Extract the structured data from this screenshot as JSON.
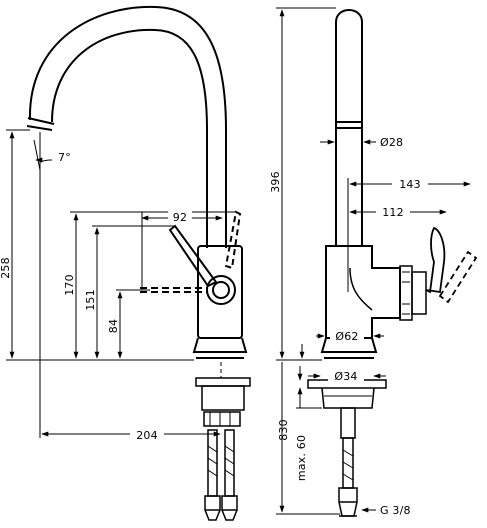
{
  "dimensions": {
    "spout_angle": "7°",
    "spout_height": "258",
    "handle_reach": "92",
    "height_170": "170",
    "height_151": "151",
    "height_84": "84",
    "spout_projection": "204",
    "total_height": "396",
    "spout_dia": "Ø28",
    "reach_143": "143",
    "reach_112": "112",
    "body_dia": "Ø62",
    "hole_dia": "Ø34",
    "hose_length": "830",
    "deck_thickness": "max. 60",
    "thread": "G 3/8"
  }
}
